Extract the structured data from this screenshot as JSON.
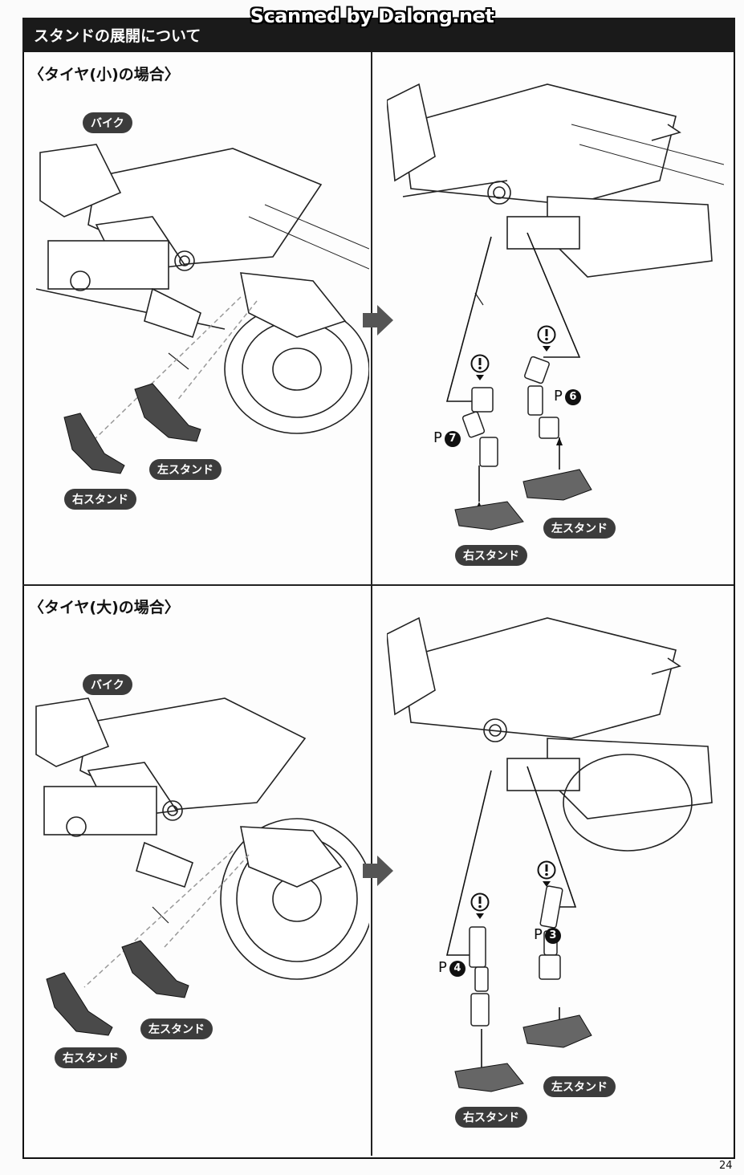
{
  "watermark": "Scanned by Dalong.net",
  "header": {
    "title": "スタンドの展開について"
  },
  "sections": [
    {
      "title": "〈タイヤ(小)の場合〉",
      "bike_label": "バイク",
      "left_stand": "左スタンド",
      "right_stand": "右スタンド",
      "after": {
        "part_left": {
          "prefix": "P",
          "num": "7"
        },
        "part_right": {
          "prefix": "P",
          "num": "6"
        },
        "left_stand": "左スタンド",
        "right_stand": "右スタンド"
      }
    },
    {
      "title": "〈タイヤ(大)の場合〉",
      "bike_label": "バイク",
      "left_stand": "左スタンド",
      "right_stand": "右スタンド",
      "after": {
        "part_left": {
          "prefix": "P",
          "num": "4"
        },
        "part_right": {
          "prefix": "P",
          "num": "3"
        },
        "left_stand": "左スタンド",
        "right_stand": "右スタンド"
      }
    }
  ],
  "page_number": "24",
  "icons": [
    "caution-icon",
    "arrow-right-icon"
  ],
  "colors": {
    "header_bg": "#1a1a1a",
    "pill_bg": "#3c3c3c",
    "arrow": "#555555"
  }
}
